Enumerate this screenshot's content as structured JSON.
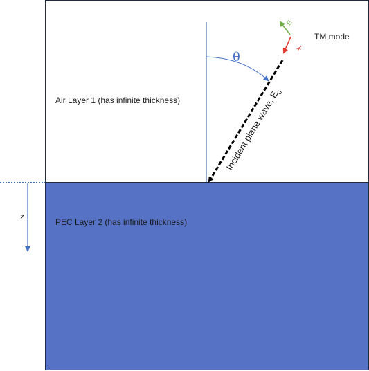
{
  "labels": {
    "air_layer": "Air Layer 1 (has infinite thickness)",
    "pec_layer": "PEC Layer 2 (has infinite thickness)",
    "mode": "TM mode",
    "theta": "θ",
    "z_axis": "z",
    "incident_wave": "Incident plane wave, E",
    "incident_wave_subscript": "0",
    "e_vector": "E",
    "k_vector": "k"
  },
  "colors": {
    "pec_fill": "#5572C4",
    "outline": "#1F2A44",
    "normal_line": "#2F5597",
    "theta_arc": "#4472C4",
    "z_arrow": "#4472C4",
    "incident_ray": "#000000",
    "e_vector": "#70AD47",
    "k_vector": "#E03C31",
    "text": "#222222",
    "pec_text": "#1A1A1A"
  }
}
